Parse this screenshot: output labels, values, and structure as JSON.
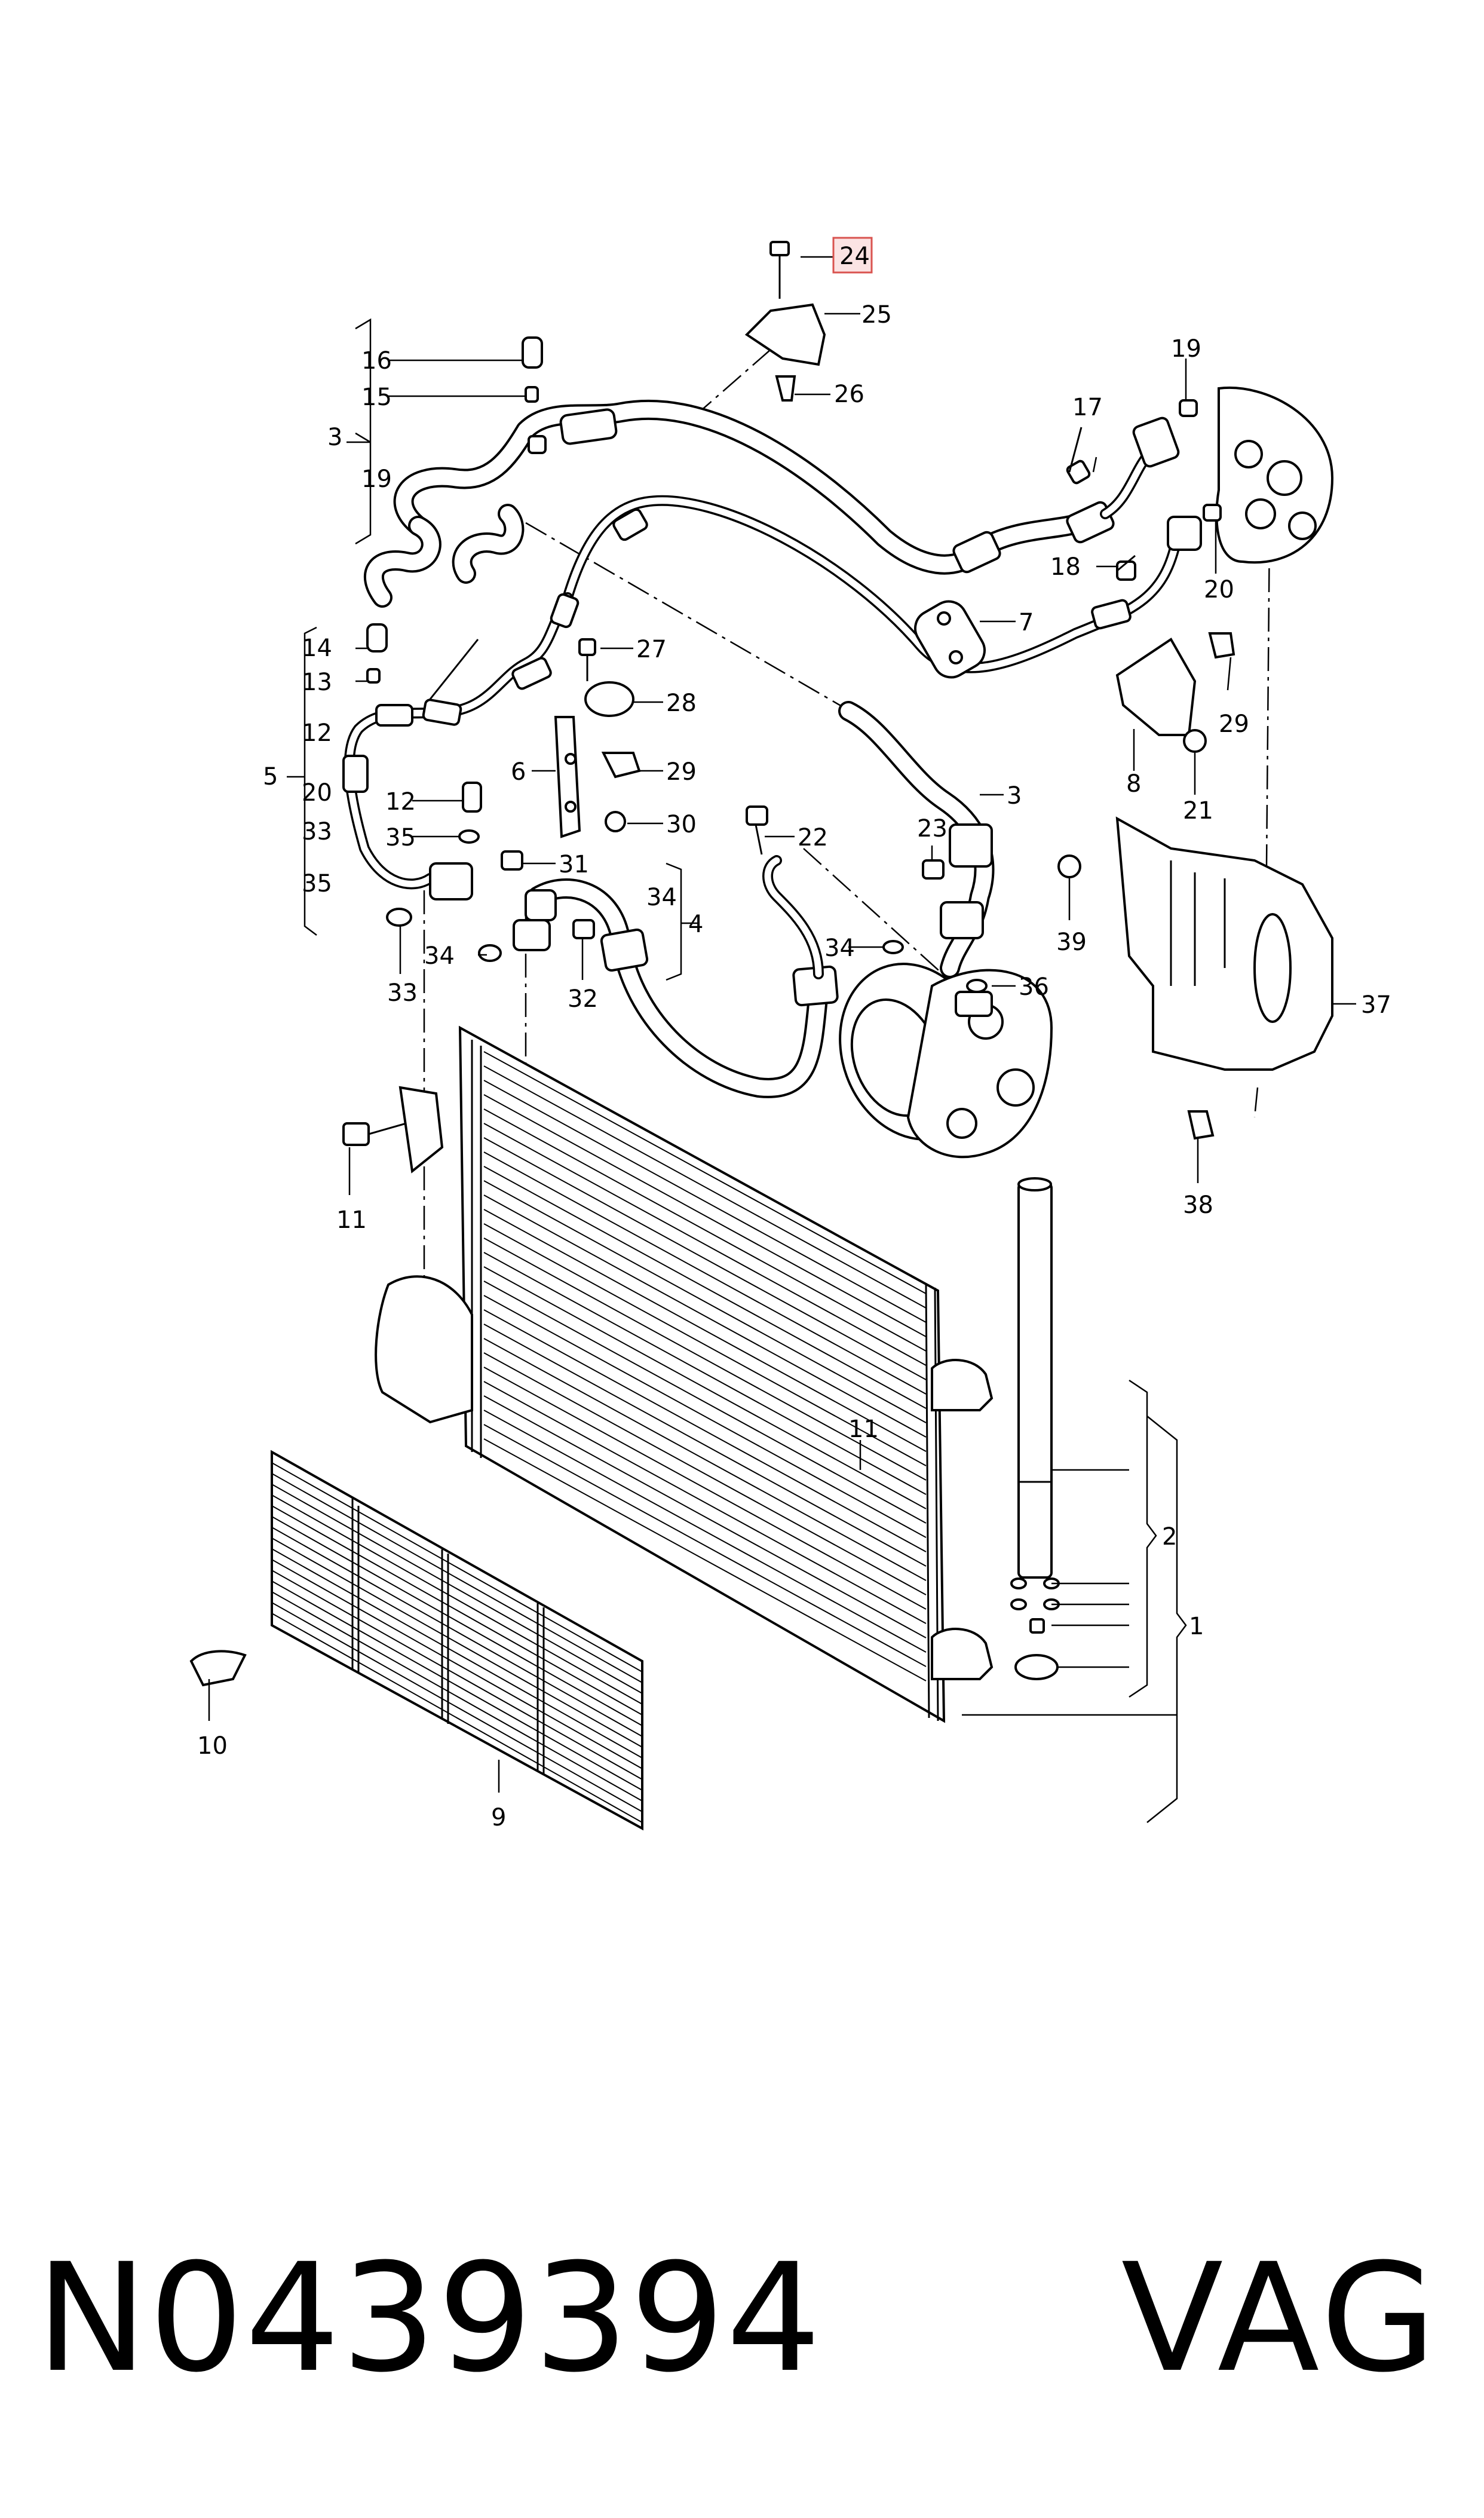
{
  "callouts": [
    {
      "id": "c24",
      "text": "24",
      "highlight": true
    },
    {
      "id": "c25",
      "text": "25"
    },
    {
      "id": "c26",
      "text": "26"
    },
    {
      "id": "c3a",
      "text": "3"
    },
    {
      "id": "c16",
      "text": "16"
    },
    {
      "id": "c15",
      "text": "15"
    },
    {
      "id": "c19a",
      "text": "19"
    },
    {
      "id": "c19b",
      "text": "19"
    },
    {
      "id": "c17",
      "text": "17"
    },
    {
      "id": "c18",
      "text": "18"
    },
    {
      "id": "c20",
      "text": "20"
    },
    {
      "id": "c7",
      "text": "7"
    },
    {
      "id": "c14",
      "text": "14"
    },
    {
      "id": "c13",
      "text": "13"
    },
    {
      "id": "c12a",
      "text": "12"
    },
    {
      "id": "c5",
      "text": "5"
    },
    {
      "id": "c20b",
      "text": "20"
    },
    {
      "id": "c33a",
      "text": "33"
    },
    {
      "id": "c35a",
      "text": "35"
    },
    {
      "id": "c12b",
      "text": "12"
    },
    {
      "id": "c35b",
      "text": "35"
    },
    {
      "id": "c31",
      "text": "31"
    },
    {
      "id": "c27",
      "text": "27"
    },
    {
      "id": "c28",
      "text": "28"
    },
    {
      "id": "c6",
      "text": "6"
    },
    {
      "id": "c29a",
      "text": "29"
    },
    {
      "id": "c30",
      "text": "30"
    },
    {
      "id": "c29b",
      "text": "29"
    },
    {
      "id": "c8",
      "text": "8"
    },
    {
      "id": "c21",
      "text": "21"
    },
    {
      "id": "c3b",
      "text": "3"
    },
    {
      "id": "c22",
      "text": "22"
    },
    {
      "id": "c23",
      "text": "23"
    },
    {
      "id": "c34a",
      "text": "34"
    },
    {
      "id": "c4",
      "text": "4"
    },
    {
      "id": "c34b",
      "text": "34"
    },
    {
      "id": "c32",
      "text": "32"
    },
    {
      "id": "c33b",
      "text": "33"
    },
    {
      "id": "c34c",
      "text": "34"
    },
    {
      "id": "c36",
      "text": "36"
    },
    {
      "id": "c39",
      "text": "39"
    },
    {
      "id": "c37",
      "text": "37"
    },
    {
      "id": "c38",
      "text": "38"
    },
    {
      "id": "c11a",
      "text": "11"
    },
    {
      "id": "c11b",
      "text": "11"
    },
    {
      "id": "c2",
      "text": "2"
    },
    {
      "id": "c1",
      "text": "1"
    },
    {
      "id": "c10",
      "text": "10"
    },
    {
      "id": "c9",
      "text": "9"
    }
  ],
  "caption": {
    "part_number": "N0439394",
    "brand": "VAG"
  },
  "colors": {
    "highlight_stroke": "#d9534f",
    "highlight_fill": "#fbe3e3",
    "line": "#000000",
    "background": "#ffffff"
  }
}
